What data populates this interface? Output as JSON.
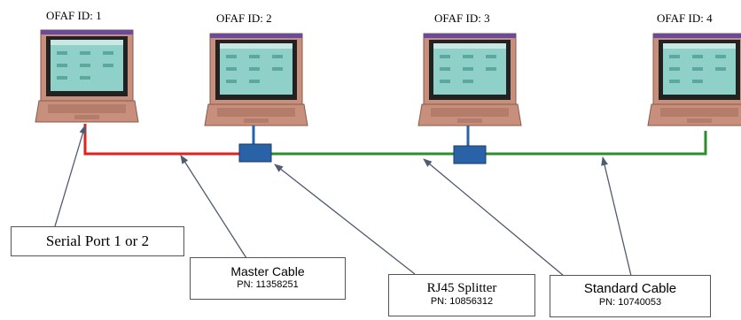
{
  "nodes": [
    {
      "label": "OFAF ID: 1"
    },
    {
      "label": "OFAF ID: 2"
    },
    {
      "label": "OFAF ID: 3"
    },
    {
      "label": "OFAF ID: 4"
    }
  ],
  "callouts": {
    "serial": {
      "main": "Serial Port 1 or 2"
    },
    "master": {
      "main": "Master Cable",
      "pn": "PN: 11358251"
    },
    "splitter": {
      "main": "RJ45 Splitter",
      "pn": "PN: 10856312"
    },
    "standard": {
      "main": "Standard Cable",
      "pn": "PN: 10740053"
    }
  },
  "colors": {
    "master_cable": "#dd2222",
    "standard_cable": "#2e8b2e",
    "splitter": "#2a62a8",
    "laptop_body": "#c8907c",
    "laptop_bezel": "#222222",
    "screen": "#8fd0c8",
    "screen_bar": "#6a4a9a"
  }
}
